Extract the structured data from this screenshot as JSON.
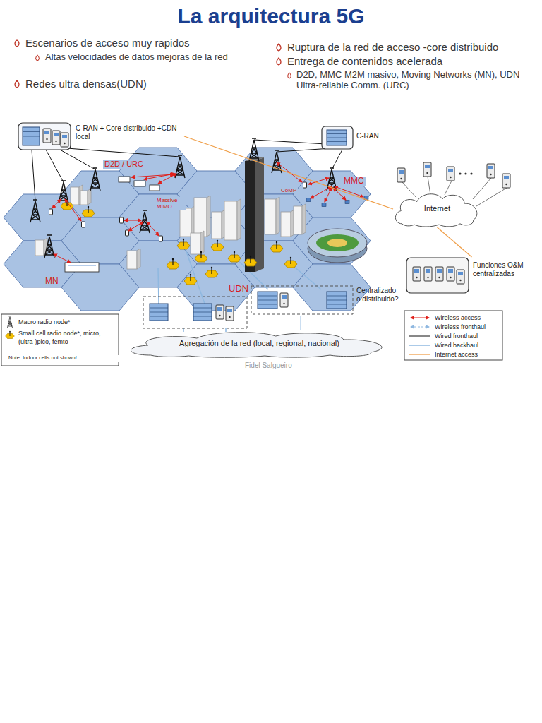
{
  "diagram": {
    "title": "La arquitectura 5G",
    "nodes": [
      {
        "text": [
          "C-RAN + Core distribuido +CDN local"
        ]
      },
      {
        "text": [
          "C-RAN"
        ]
      },
      {
        "text": [
          "Internet"
        ]
      },
      {
        "text": [
          "Funciones O&M centralizadas"
        ]
      },
      {
        "text": [
          "Agregación de la red (local, regional, nacional)"
        ]
      },
      {
        "text": [
          "Centralizado o distribuido?"
        ]
      }
    ],
    "edges": [
      {
        "from": 0,
        "to": 2,
        "arrow": "none"
      },
      {
        "from": 2,
        "to": 3,
        "arrow": "none"
      },
      {
        "from": 5,
        "to": 4,
        "arrow": "none"
      }
    ],
    "labels": [
      "Escenarios de acceso muy rapidos",
      "Altas velocidades de datos mejoras de la red",
      "Redes ultra densas(UDN)",
      "Ruptura de la red de acceso -core distribuido",
      "Entrega de contenidos acelerada",
      "D2D, MMC M2M masivo, Moving Networks (MN), UDN Ultra-reliable Comm. (URC)",
      "D2D / URC",
      "Massive MIMO",
      "CoMP",
      "MMC",
      "MN",
      "UDN",
      "Note: Indoor cells not shown!",
      "Fidel Salgueiro"
    ],
    "legend": [
      {
        "text": "Macro radio node*"
      },
      {
        "text": "Small cell radio node*, micro, (ultra-)pico, femto"
      },
      {
        "text": "Wireless access"
      },
      {
        "text": "Wireless fronthaul"
      },
      {
        "text": "Wired fronthaul"
      },
      {
        "text": "Wired backhaul"
      },
      {
        "text": "Internet access"
      }
    ]
  }
}
